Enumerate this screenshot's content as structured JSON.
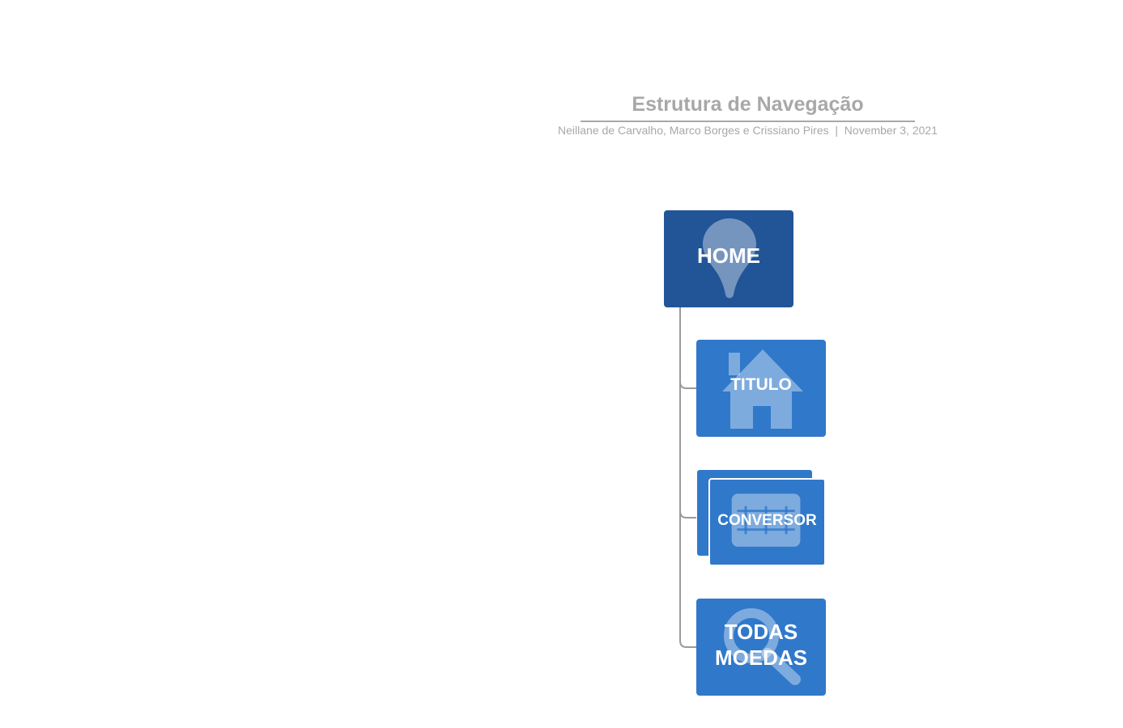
{
  "header": {
    "title": "Estrutura de Navegação",
    "subtitle": "Neillane de Carvalho, Marco Borges e Crissiano Pires  |  November 3, 2021"
  },
  "diagram": {
    "root": {
      "label": "HOME",
      "icon": "map-pin-icon",
      "color": "#215597"
    },
    "children": [
      {
        "label": "TITULO",
        "icon": "house-icon",
        "color": "#3078ca"
      },
      {
        "label": "CONVERSOR",
        "icon": "keyboard-icon",
        "color": "#3078ca"
      },
      {
        "label": "TODAS\nMOEDAS",
        "icon": "magnifier-icon",
        "color": "#3078ca"
      }
    ],
    "connector_color": "#9a9a9a"
  }
}
